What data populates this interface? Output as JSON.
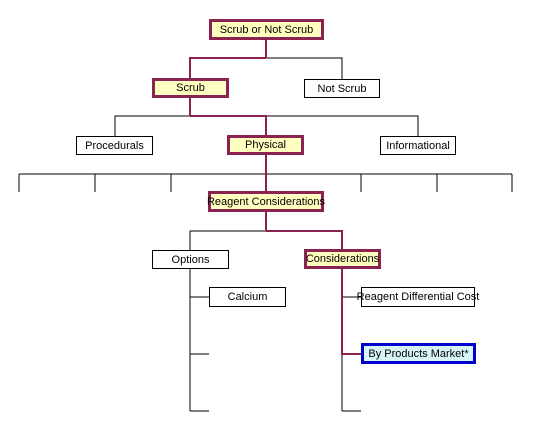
{
  "colors": {
    "path_line": "#8b2252",
    "plain_line": "#000000",
    "path_fill": "#ffffc0",
    "current_fill": "#d8f4f8",
    "current_border": "#0000cc"
  },
  "tree": {
    "root": "Scrub or Not Scrub",
    "scrub": "Scrub",
    "not_scrub": "Not Scrub",
    "procedurals": "Procedurals",
    "physical": "Physical",
    "informational": "Informational",
    "reagent_considerations": "Reagent Considerations",
    "options": "Options",
    "considerations": "Considerations",
    "calcium": "Calcium",
    "reagent_differential_cost": "Reagent Differential Cost",
    "by_products_market": "By Products Market*"
  }
}
